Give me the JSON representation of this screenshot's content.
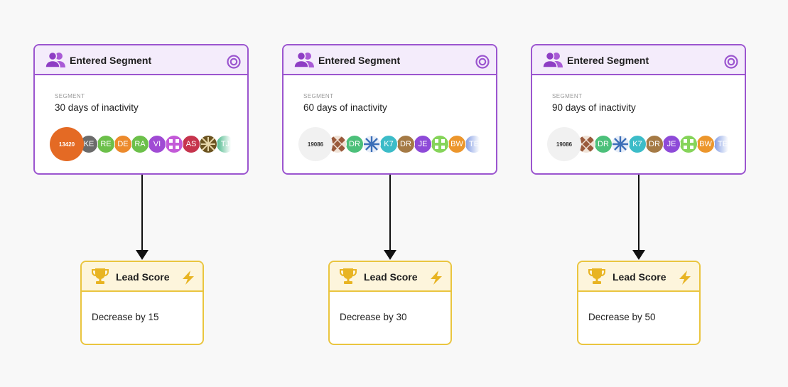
{
  "colors": {
    "segment_accent": "#9b55cf",
    "lead_accent": "#eac53f",
    "connector": "#111111"
  },
  "icons": {
    "segment_header": "users-icon",
    "segment_status": "target-icon",
    "lead_header": "trophy-icon",
    "lead_status": "lightning-icon"
  },
  "columns": [
    {
      "segment": {
        "title": "Entered Segment",
        "label": "SEGMENT",
        "value": "30 days of inactivity",
        "count": "13420",
        "count_color": "#e46a24",
        "count_text_color": "#ffffff",
        "avatars": [
          {
            "initials": "KE",
            "color": "#6b6b6b"
          },
          {
            "initials": "RE",
            "color": "#6cc04a"
          },
          {
            "initials": "DE",
            "color": "#ec8a2c"
          },
          {
            "initials": "RA",
            "color": "#6cc04a"
          },
          {
            "initials": "VI",
            "color": "#a04bd4"
          },
          {
            "initials": "",
            "color": "#c35ad8",
            "pattern": "grid"
          },
          {
            "initials": "AS",
            "color": "#c6344d"
          },
          {
            "initials": "",
            "color": "#6b5320",
            "pattern": "cross"
          },
          {
            "initials": "TJ",
            "color": "#5cbf95"
          }
        ]
      },
      "lead": {
        "title": "Lead Score",
        "body": "Decrease by 15"
      }
    },
    {
      "segment": {
        "title": "Entered Segment",
        "label": "SEGMENT",
        "value": "60 days of inactivity",
        "count": "19086",
        "count_color": "#f1f1f1",
        "count_text_color": "#333333",
        "avatars": [
          {
            "initials": "",
            "color": "#9a5a3c",
            "pattern": "diamond"
          },
          {
            "initials": "DR",
            "color": "#4cc07a"
          },
          {
            "initials": "",
            "color": "#3c6fb8",
            "pattern": "snow"
          },
          {
            "initials": "K7",
            "color": "#3cbcc8"
          },
          {
            "initials": "DR",
            "color": "#a57a45"
          },
          {
            "initials": "JE",
            "color": "#8e4ad8"
          },
          {
            "initials": "",
            "color": "#86d45a",
            "pattern": "grid"
          },
          {
            "initials": "BW",
            "color": "#ec962c"
          },
          {
            "initials": "TE",
            "color": "#8fa6e6"
          }
        ]
      },
      "lead": {
        "title": "Lead Score",
        "body": "Decrease by 30"
      }
    },
    {
      "segment": {
        "title": "Entered Segment",
        "label": "SEGMENT",
        "value": "90 days of inactivity",
        "count": "19086",
        "count_color": "#f1f1f1",
        "count_text_color": "#333333",
        "avatars": [
          {
            "initials": "",
            "color": "#9a5a3c",
            "pattern": "diamond"
          },
          {
            "initials": "DR",
            "color": "#4cc07a"
          },
          {
            "initials": "",
            "color": "#3c6fb8",
            "pattern": "snow"
          },
          {
            "initials": "K7",
            "color": "#3cbcc8"
          },
          {
            "initials": "DR",
            "color": "#a57a45"
          },
          {
            "initials": "JE",
            "color": "#8e4ad8"
          },
          {
            "initials": "",
            "color": "#86d45a",
            "pattern": "grid"
          },
          {
            "initials": "BW",
            "color": "#ec962c"
          },
          {
            "initials": "TE",
            "color": "#8fa6e6"
          }
        ]
      },
      "lead": {
        "title": "Lead Score",
        "body": "Decrease by 50"
      }
    }
  ]
}
